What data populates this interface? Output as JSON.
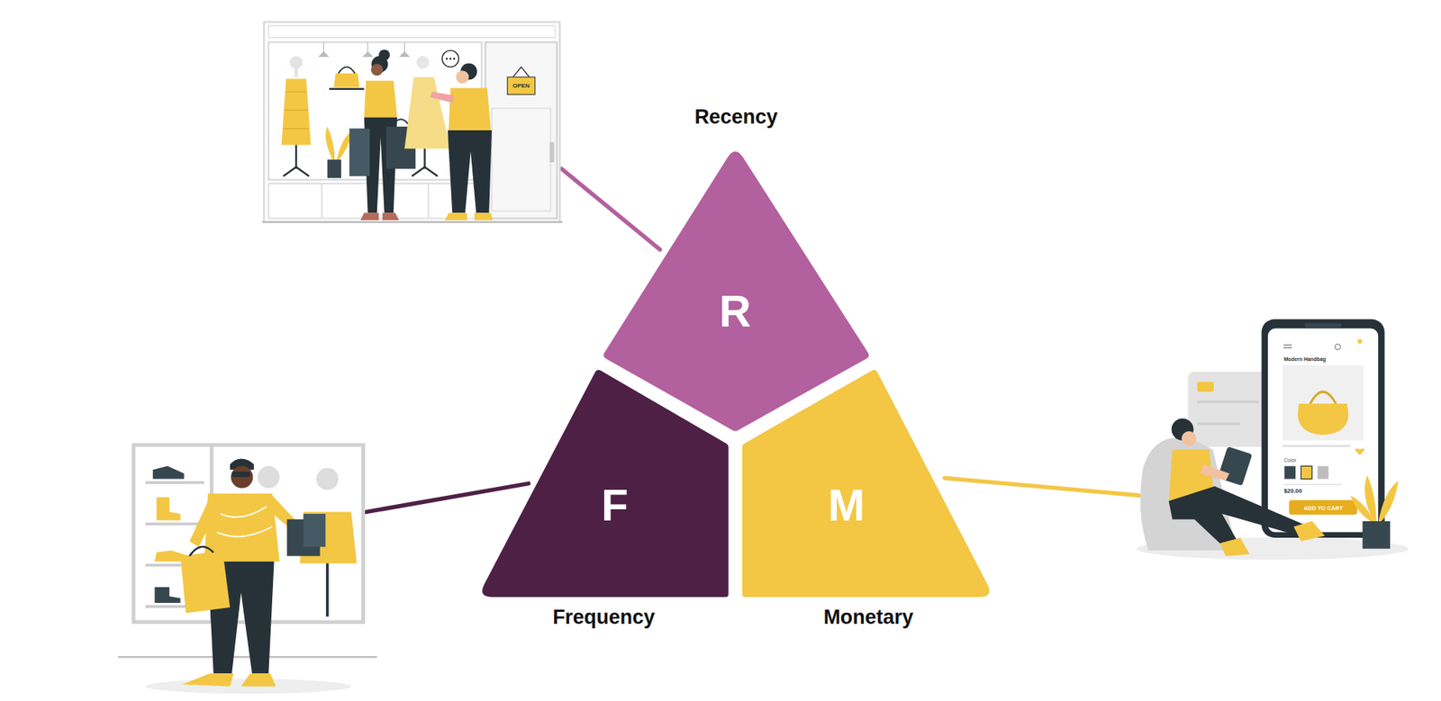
{
  "diagram": {
    "nodes": [
      {
        "text": [
          "Recency",
          "R"
        ]
      },
      {
        "text": [
          "F",
          "Frequency"
        ]
      },
      {
        "text": [
          "M",
          "Monetary"
        ]
      }
    ],
    "labels": [
      "OPEN",
      "Modern Handbag",
      "Color",
      "$20.00",
      "ADD TO CART"
    ]
  }
}
